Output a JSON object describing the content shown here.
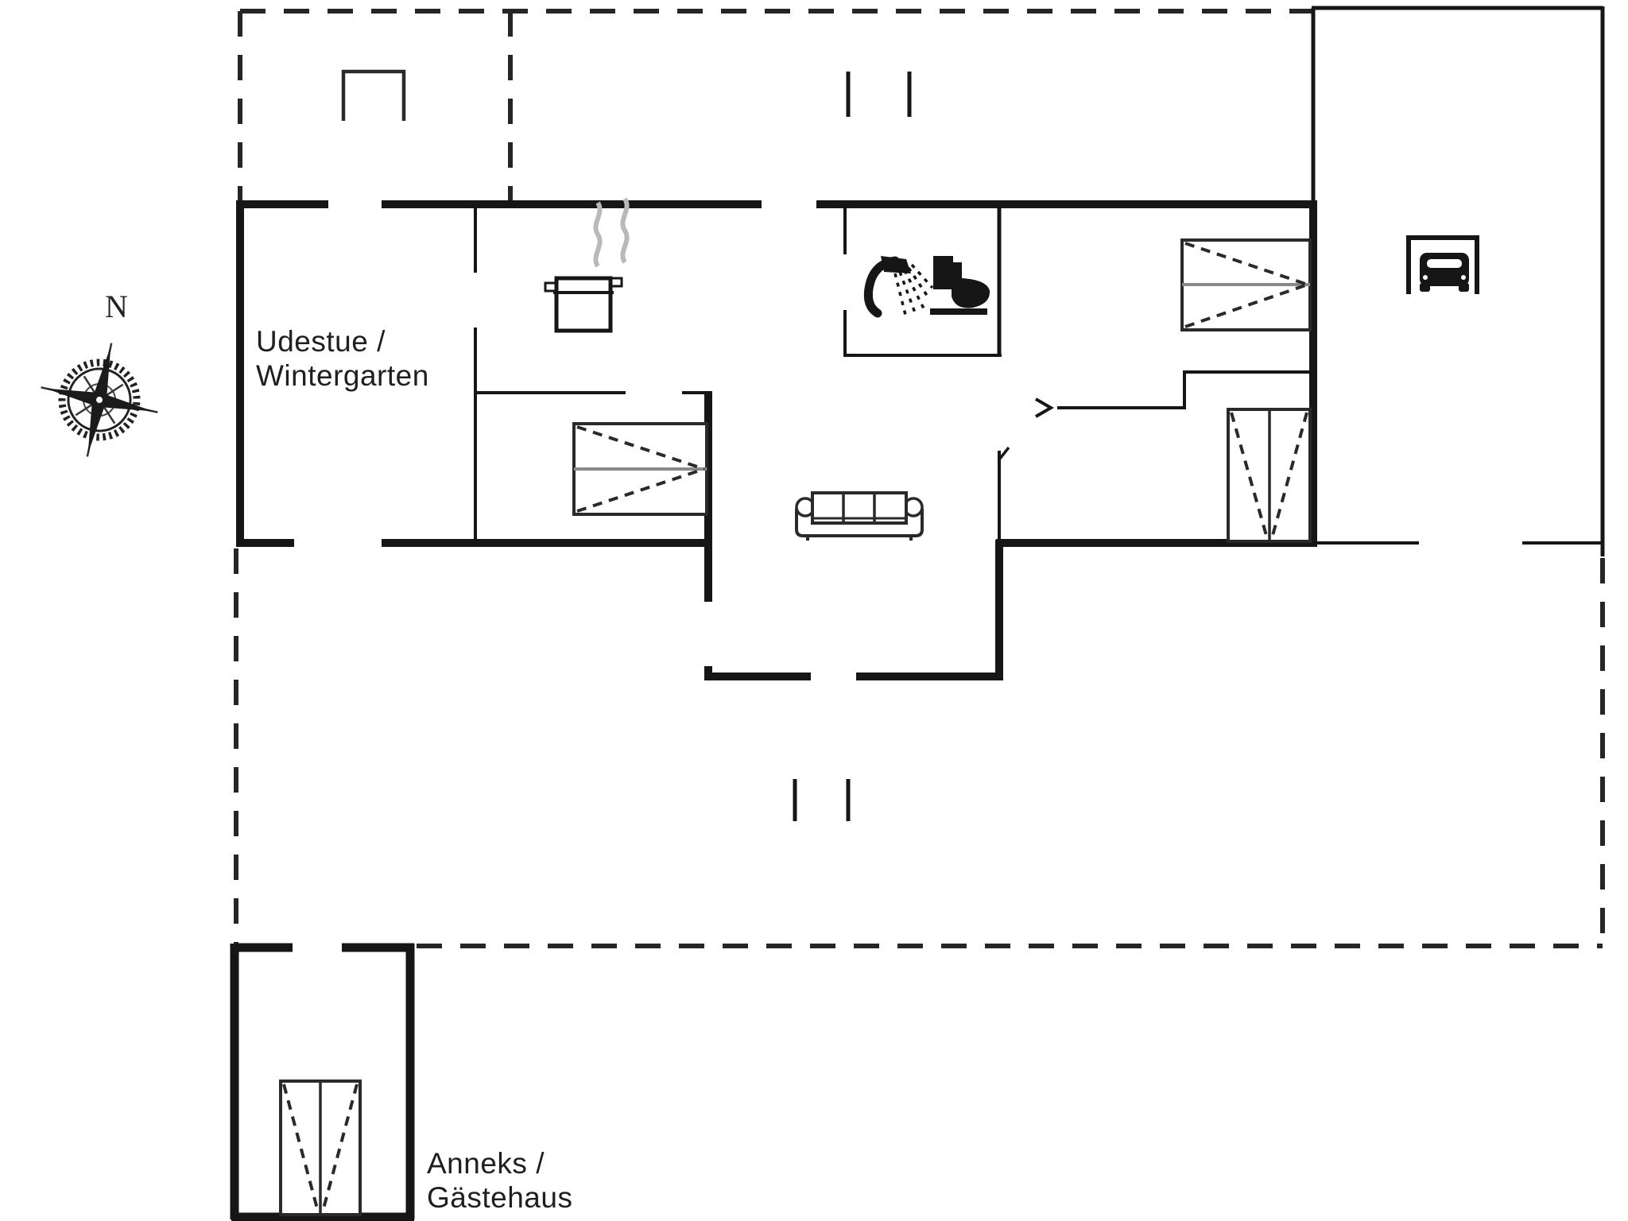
{
  "document": {
    "type": "floor-plan",
    "background": "#ffffff"
  },
  "colors": {
    "ink": "#161616",
    "boundary": "#262626",
    "furniture": "#2a2a2a",
    "gray_line": "#8a8a8a",
    "steam": "#b9b9b9"
  },
  "compass": {
    "north_label": "N"
  },
  "rooms": {
    "winter_garden": {
      "line1": "Udestue /",
      "line2": "Wintergarten"
    },
    "annex": {
      "line1": "Anneks /",
      "line2": "Gästehaus"
    }
  },
  "icons": [
    "compass-rose-icon",
    "grill-icon",
    "pot-steam-icon",
    "shower-icon",
    "toilet-icon",
    "double-bed-icon",
    "double-bed-icon",
    "sofa-icon",
    "wardrobe-icon",
    "wardrobe-icon",
    "car-carport-icon",
    "door-swing-icon"
  ]
}
